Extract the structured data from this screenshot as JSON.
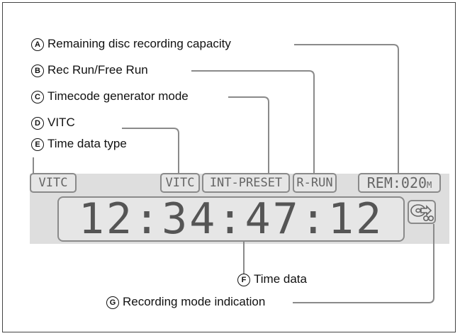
{
  "callouts": {
    "a": {
      "letter": "A",
      "text": "Remaining disc recording capacity"
    },
    "b": {
      "letter": "B",
      "text": "Rec Run/Free Run"
    },
    "c": {
      "letter": "C",
      "text": "Timecode generator mode"
    },
    "d": {
      "letter": "D",
      "text": "VITC"
    },
    "e": {
      "letter": "E",
      "text": "Time data type"
    },
    "f": {
      "letter": "F",
      "text": "Time data"
    },
    "g": {
      "letter": "G",
      "text": "Recording mode indication"
    }
  },
  "display": {
    "time_data_type": "VITC",
    "vitc": "VITC",
    "tc_mode": "INT-PRESET",
    "run_mode": "R-RUN",
    "remaining": "REM:020",
    "remaining_unit": "M",
    "timecode": "12:34:47:12"
  },
  "colors": {
    "segment_text": "#666666",
    "segment_border": "#8a8a8a",
    "strip_background": "#dedede"
  },
  "icons": {
    "recording_mode": "disc-arrow-icon"
  }
}
